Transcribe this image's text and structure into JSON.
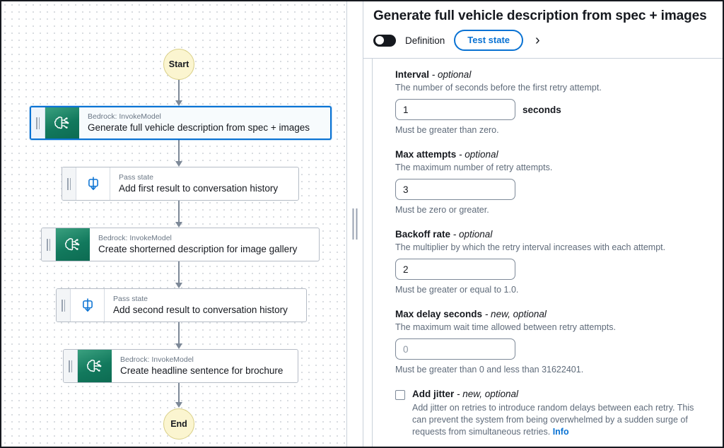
{
  "canvas": {
    "start_label": "Start",
    "end_label": "End",
    "nodes": [
      {
        "kind": "Bedrock: InvokeModel",
        "title": "Generate full vehicle description from spec + images",
        "icon": "bedrock-brain-icon",
        "selected": true
      },
      {
        "kind": "Pass state",
        "title": "Add first result to conversation history",
        "icon": "pass-state-icon",
        "selected": false
      },
      {
        "kind": "Bedrock: InvokeModel",
        "title": "Create shorterned description for image gallery",
        "icon": "bedrock-brain-icon",
        "selected": false
      },
      {
        "kind": "Pass state",
        "title": "Add second result to conversation history",
        "icon": "pass-state-icon",
        "selected": false
      },
      {
        "kind": "Bedrock: InvokeModel",
        "title": "Create headline sentence for brochure",
        "icon": "bedrock-brain-icon",
        "selected": false
      }
    ]
  },
  "panel": {
    "title": "Generate full vehicle description from spec + images",
    "toggle_label": "Definition",
    "toggle_on": false,
    "test_state_label": "Test state",
    "chevron": "›",
    "fields": [
      {
        "label": "Interval",
        "label_suffix": " - optional",
        "description": "The number of seconds before the first retry attempt.",
        "value": "1",
        "placeholder": "",
        "unit": "seconds",
        "constraint": "Must be greater than zero."
      },
      {
        "label": "Max attempts",
        "label_suffix": " - optional",
        "description": "The maximum number of retry attempts.",
        "value": "3",
        "placeholder": "",
        "unit": "",
        "constraint": "Must be zero or greater."
      },
      {
        "label": "Backoff rate",
        "label_suffix": " - optional",
        "description": "The multiplier by which the retry interval increases with each attempt.",
        "value": "2",
        "placeholder": "",
        "unit": "",
        "constraint": "Must be greater or equal to 1.0."
      },
      {
        "label": "Max delay seconds",
        "label_suffix": " - new, optional",
        "description": "The maximum wait time allowed between retry attempts.",
        "value": "",
        "placeholder": "0",
        "unit": "",
        "constraint": "Must be greater than 0 and less than 31622401."
      }
    ],
    "jitter": {
      "label": "Add jitter",
      "label_suffix": " - new, optional",
      "checked": false,
      "description": "Add jitter on retries to introduce random delays between each retry. This can prevent the system from being overwhelmed by a sudden surge of requests from simultaneous retries. ",
      "info_label": "Info"
    }
  },
  "colors": {
    "accent_blue": "#0972d3",
    "bedrock_teal": "#12795d",
    "terminal_yellow": "#fbf5d0",
    "connector_gray": "#7d8998"
  }
}
